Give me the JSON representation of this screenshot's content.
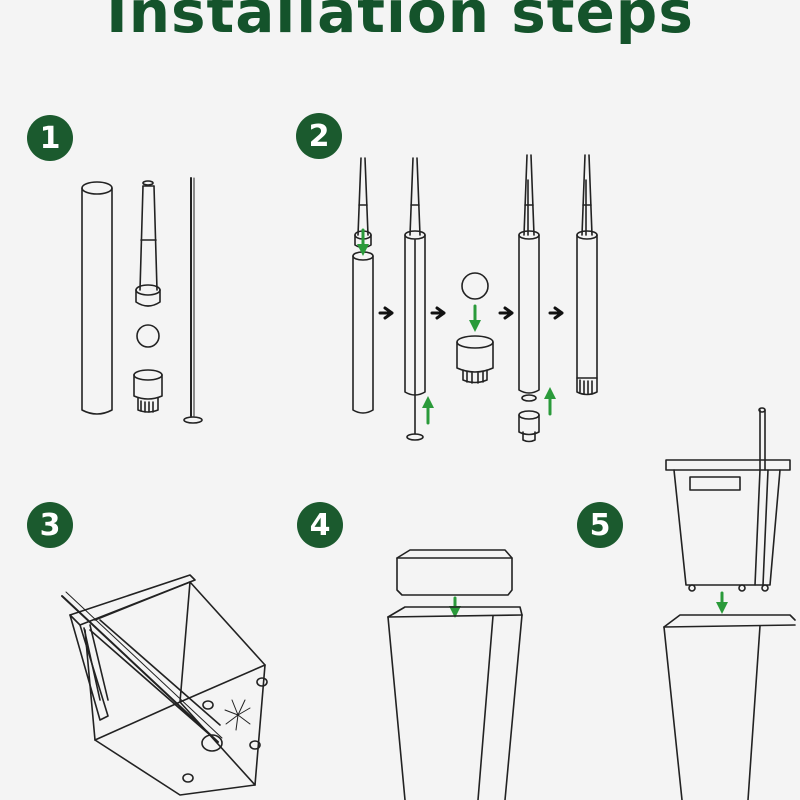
{
  "title": "Installation steps",
  "colors": {
    "title": "#14532b",
    "badge_fill": "#1b5a2e",
    "arrow_green": "#2a9a3a",
    "ink": "#222222",
    "background": "#f4f4f4"
  },
  "steps": [
    {
      "number": "1"
    },
    {
      "number": "2"
    },
    {
      "number": "3"
    },
    {
      "number": "4"
    },
    {
      "number": "5"
    }
  ],
  "icons": [
    "right-arrow-icon",
    "up-arrow-icon",
    "down-arrow-icon"
  ]
}
